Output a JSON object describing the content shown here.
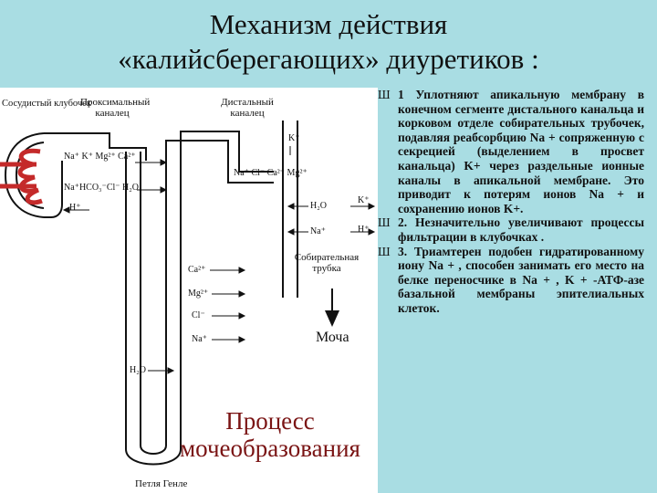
{
  "title": {
    "line1": "Механизм действия",
    "line2": "«калийсберегающих» диуретиков :"
  },
  "diagram": {
    "labels": {
      "glomerulus": "Сосудистый клубочек",
      "proximal": "Проксимальный каналец",
      "distal": "Дистальный каналец",
      "collecting": "Собирательная трубка",
      "urine": "Моча",
      "loop": "Петля Генле"
    },
    "ions": {
      "prox_row1": "Na⁺ K⁺ Mg²⁺ Ca²⁺",
      "prox_row2": "Na⁺HCO₃⁻Cl⁻ H₂O",
      "prox_h": "H⁺",
      "k_top": "K⁺",
      "dist_row": "Na⁺ Cl⁻ Ca²⁺ Mg²⁺",
      "h2o_collect": "H₂O",
      "na_collect": "Na⁺",
      "k_collect": "K⁺",
      "h_collect": "H⁺",
      "ca_loop": "Ca²⁺",
      "mg_loop": "Mg²⁺",
      "cl_loop": "Cl⁻",
      "na_loop": "Na⁺",
      "h2o_loop": "H₂O"
    },
    "process": "Процесс мочеобразования"
  },
  "bullets": [
    {
      "marker": "Ш",
      "text": "1 Уплотняют апикальную мембрану в конечном сегменте дистального канальца и корковом отделе собирательных трубочек, подавляя реабсорбцию Na + сопряженную с секрецией (выделением в просвет канальца) K+ через раздельные ионные каналы в апикальной мембране. Это приводит к потерям ионов Na + и сохранению ионов K+."
    },
    {
      "marker": "Ш",
      "text": "2. Незначительно увеличивают процессы фильтрации в клубочках ."
    },
    {
      "marker": "Ш",
      "text": "3. Триамтерен подобен гидратированному иону Na + , способен занимать его место на белке переносчике в Na + , K + -АТФ-азе базальной мембраны эпителиальных клеток."
    }
  ]
}
